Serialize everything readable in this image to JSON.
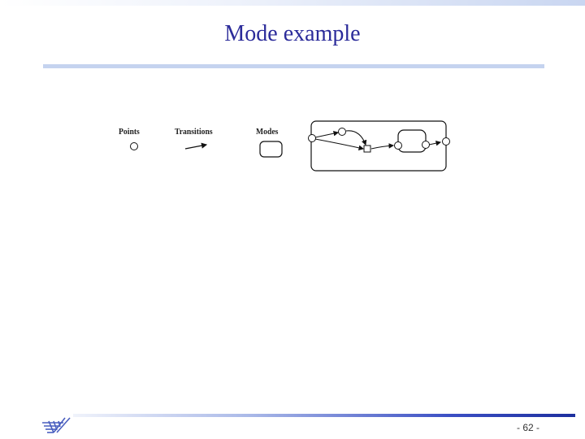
{
  "slide": {
    "title": "Mode example",
    "page_number": "- 62 -"
  },
  "legend": {
    "points_label": "Points",
    "transitions_label": "Transitions",
    "modes_label": "Modes"
  }
}
